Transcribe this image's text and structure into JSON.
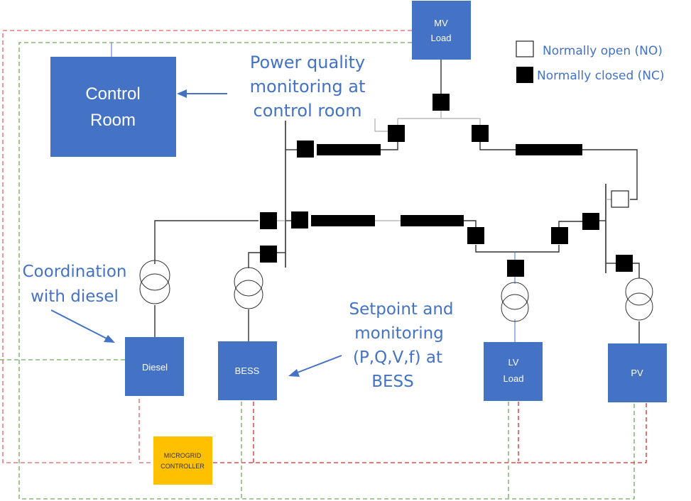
{
  "title": "Microgrid single-line diagram with communication links",
  "nodes": {
    "control_room": {
      "line1": "Control",
      "line2": "Room"
    },
    "mv_load": {
      "line1": "MV",
      "line2": "Load"
    },
    "diesel": {
      "label": "Diesel"
    },
    "bess": {
      "label": "BESS"
    },
    "lv_load": {
      "line1": "LV",
      "line2": "Load"
    },
    "pv": {
      "label": "PV"
    },
    "microgrid_controller": {
      "line1": "MICROGRID",
      "line2": "CONTROLLER"
    }
  },
  "annotations": {
    "power_quality": [
      "Power quality",
      "monitoring at",
      "control room"
    ],
    "diesel_coord": [
      "Coordination",
      "with diesel"
    ],
    "bess_setpoint": [
      "Setpoint and",
      "monitoring",
      "(P,Q,V,f) at",
      "BESS"
    ]
  },
  "legend": {
    "normally_open": "Normally open (NO)",
    "normally_closed": "Normally closed (NC)"
  },
  "colors": {
    "node_fill": "#4472c4",
    "controller_fill": "#ffc000",
    "annotation_text": "#4472c4",
    "comm_link_red": "#e06060",
    "comm_link_green": "#70a85a",
    "switch_closed": "#000000",
    "switch_open": "#ffffff"
  }
}
